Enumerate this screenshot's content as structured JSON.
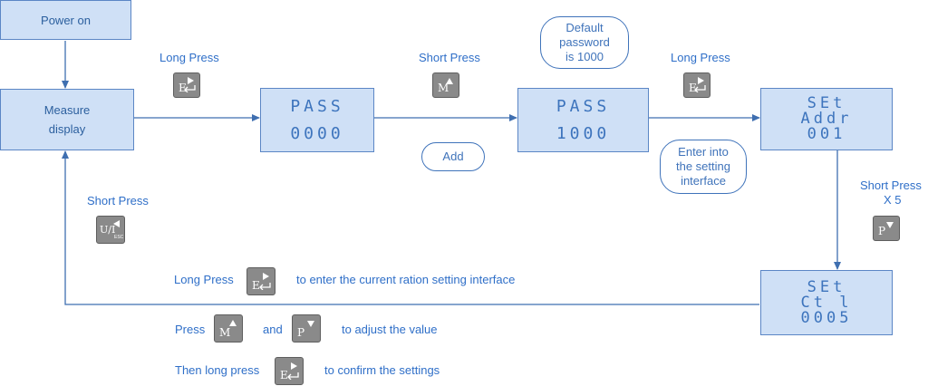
{
  "nodes": {
    "power_on": "Power on",
    "measure_line1": "Measure",
    "measure_line2": "display",
    "pass1": {
      "line1": "PASS",
      "line2": "0000"
    },
    "pass2": {
      "line1": "PASS",
      "line2": "1000"
    },
    "set_addr": {
      "line1": "SEt",
      "line2": "Addr",
      "line3": "001"
    },
    "set_ct": {
      "line1": "SEt",
      "line2": "Ct l",
      "line3": "0005"
    }
  },
  "bubbles": {
    "default_password": [
      "Default",
      "password",
      "is 1000"
    ],
    "add": "Add",
    "enter_setting": [
      "Enter into",
      "the setting",
      "interface"
    ]
  },
  "labels": {
    "long_press_1": "Long Press",
    "short_press_m": "Short Press",
    "long_press_2": "Long Press",
    "short_press_ui": "Short Press",
    "short_press_x5_a": "Short Press",
    "short_press_x5_b": "X 5"
  },
  "keys": {
    "e": "E",
    "m": "M",
    "p": "P",
    "ui": "U/I",
    "esc": "ESC"
  },
  "instructions": {
    "line1_prefix": "Long Press",
    "line1_suffix": "to enter the current ration setting interface",
    "line2_prefix": "Press",
    "line2_and": "and",
    "line2_suffix": "to adjust the value",
    "line3_prefix": "Then long press",
    "line3_suffix": "to confirm the settings"
  },
  "colors": {
    "box_fill": "#cfe0f6",
    "box_border": "#5b86c5",
    "text_blue": "#2f6fc8",
    "key_gray": "#8a8a8a"
  }
}
